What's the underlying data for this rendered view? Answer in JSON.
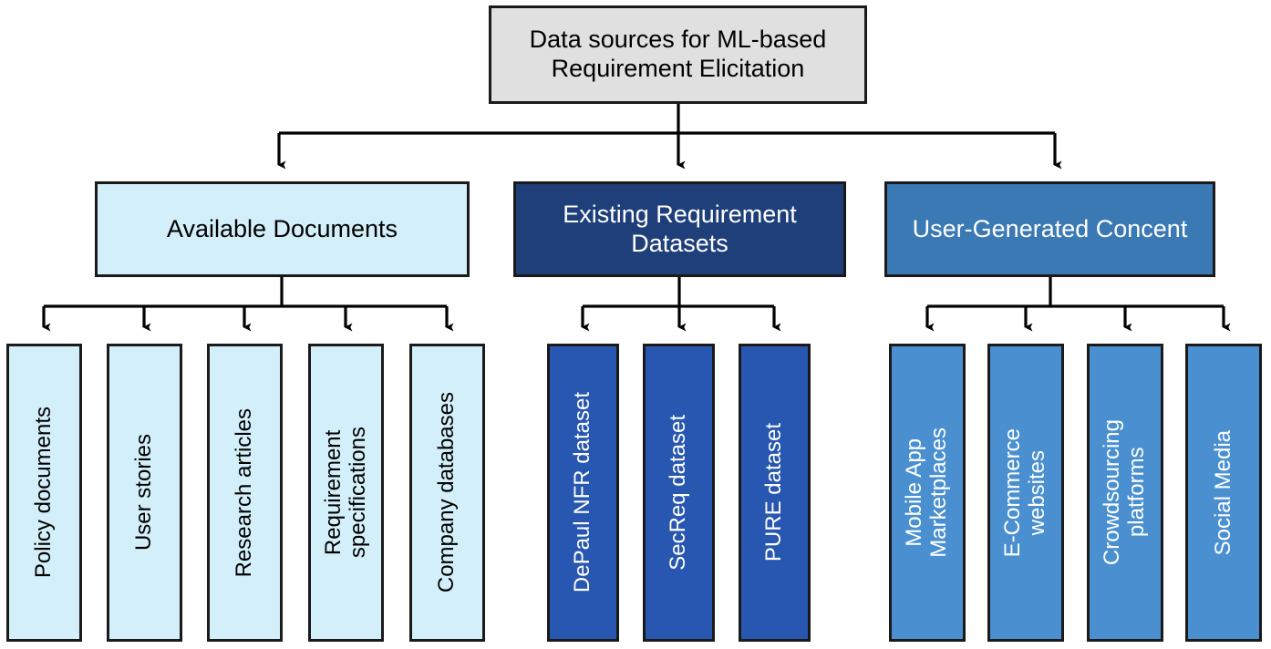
{
  "diagram": {
    "title_node": {
      "label": "Data sources for ML-based Requirement Elicitation",
      "fill": "#e0e0e0",
      "text_color": "#000000"
    },
    "branches": [
      {
        "id": "documents",
        "label": "Available Documents",
        "fill": "#d3eff9",
        "text_color": "#000000",
        "leaf_fill": "#d3eff9",
        "leaf_text_color": "#000000",
        "leaves": [
          {
            "label": "Policy documents"
          },
          {
            "label": "User stories"
          },
          {
            "label": "Research articles"
          },
          {
            "label": "Requirement\nspecifications"
          },
          {
            "label": "Company databases"
          }
        ]
      },
      {
        "id": "datasets",
        "label": "Existing Requirement Datasets",
        "fill": "#1f3f7a",
        "text_color": "#ffffff",
        "leaf_fill": "#2757b0",
        "leaf_text_color": "#ffffff",
        "leaves": [
          {
            "label": "DePaul NFR dataset"
          },
          {
            "label": "SecReq dataset"
          },
          {
            "label": "PURE dataset"
          }
        ]
      },
      {
        "id": "ugc",
        "label": "User-Generated Concent",
        "fill": "#3b79b4",
        "text_color": "#ffffff",
        "leaf_fill": "#4a90d0",
        "leaf_text_color": "#ffffff",
        "leaves": [
          {
            "label": "Mobile App\nMarketplaces"
          },
          {
            "label": "E-Commerce\nwebsites"
          },
          {
            "label": "Crowdsourcing\nplatforms"
          },
          {
            "label": "Social Media"
          }
        ]
      }
    ],
    "connector_color": "#000000"
  }
}
